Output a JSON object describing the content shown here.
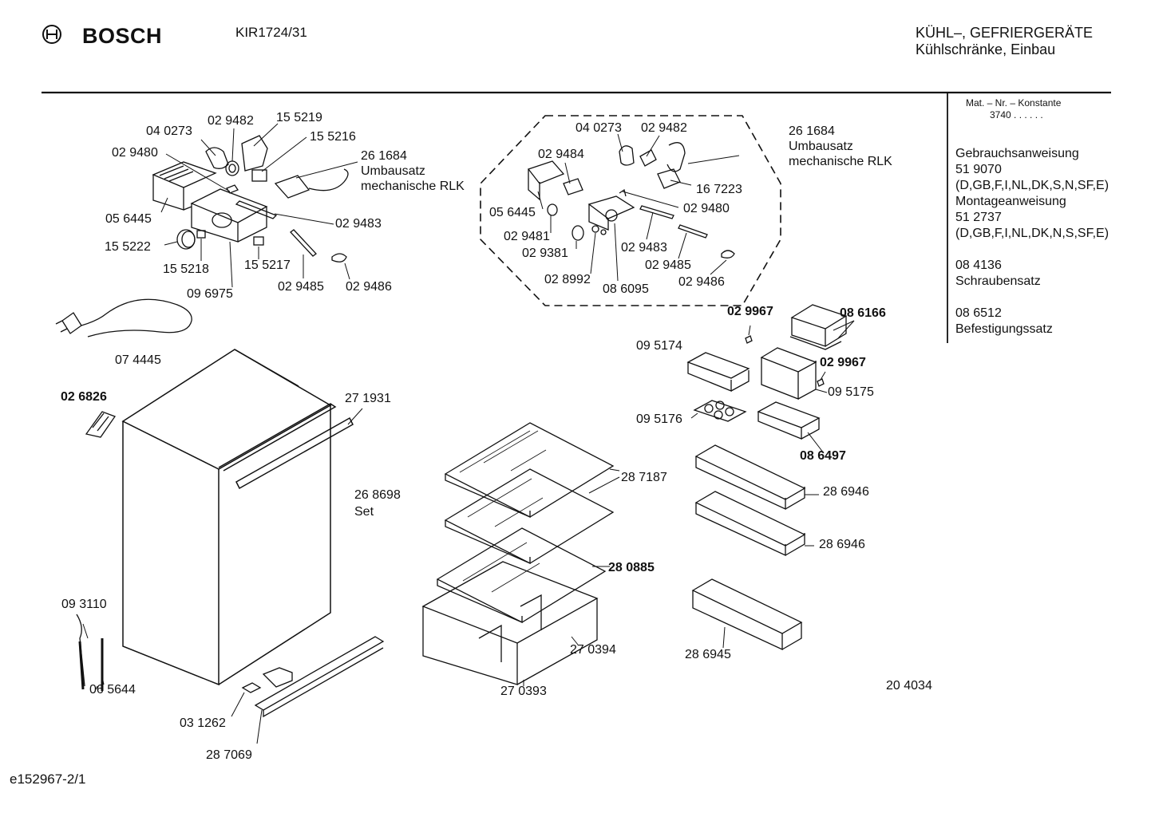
{
  "header": {
    "brand": "BOSCH",
    "model": "KIR1724/31",
    "category": "KÜHL–, GEFRIERGERÄTE",
    "subcategory": "Kühlschränke, Einbau"
  },
  "sidebar": {
    "mat_nr_label": "Mat. – Nr. – Konstante",
    "mat_nr_value": "3740 . . . . . .",
    "items": [
      {
        "title": "Gebrauchsanweisung",
        "number": "51 9070",
        "langs": "(D,GB,F,I,NL,DK,S,N,SF,E)"
      },
      {
        "title": "Montageanweisung",
        "number": "51 2737",
        "langs": "(D,GB,F,I,NL,DK,N,S,SF,E)"
      },
      {
        "title": "Schraubensatz",
        "number": "08 4136"
      },
      {
        "title": "Befestigungssatz",
        "number": "08 6512"
      }
    ]
  },
  "labels": {
    "p040273": "04 0273",
    "p029482": "02 9482",
    "p155219": "15 5219",
    "p155216": "15 5216",
    "p029480": "02 9480",
    "p261684": "26 1684",
    "umbausatz": "Umbausatz",
    "mech_rlk": "mechanische RLK",
    "p056445": "05 6445",
    "p029483": "02 9483",
    "p155222": "15 5222",
    "p155218": "15 5218",
    "p155217": "15 5217",
    "p029485": "02 9485",
    "p029486": "02 9486",
    "p096975": "09 6975",
    "p074445": "07 4445",
    "p026826": "02 6826",
    "p271931": "27 1931",
    "p268698": "26 8698",
    "set": "Set",
    "p093110": "09 3110",
    "p065644": "06 5644",
    "p031262": "03 1262",
    "p287069": "28 7069",
    "k_040273": "04 0273",
    "k_029482": "02 9482",
    "k_029484": "02 9484",
    "k_261684": "26 1684",
    "k_umbausatz": "Umbausatz",
    "k_mech_rlk": "mechanische RLK",
    "k_167223": "16 7223",
    "k_029480": "02 9480",
    "k_056445": "05 6445",
    "k_029481": "02 9481",
    "k_029381": "02 9381",
    "k_029483": "02 9483",
    "k_029485": "02 9485",
    "k_028992": "02 8992",
    "k_086095": "08 6095",
    "k_029486": "02 9486",
    "p029967a": "02 9967",
    "p086166": "08 6166",
    "p095174": "09 5174",
    "p029967b": "02 9967",
    "p095175": "09 5175",
    "p095176": "09 5176",
    "p086497": "08 6497",
    "p287187": "28 7187",
    "p286946a": "28 6946",
    "p286946b": "28 6946",
    "p280885": "28 0885",
    "p270394": "27 0394",
    "p270393": "27 0393",
    "p286945": "28 6945"
  },
  "ref_number": "20 4034",
  "footer_id": "e152967-2/1"
}
